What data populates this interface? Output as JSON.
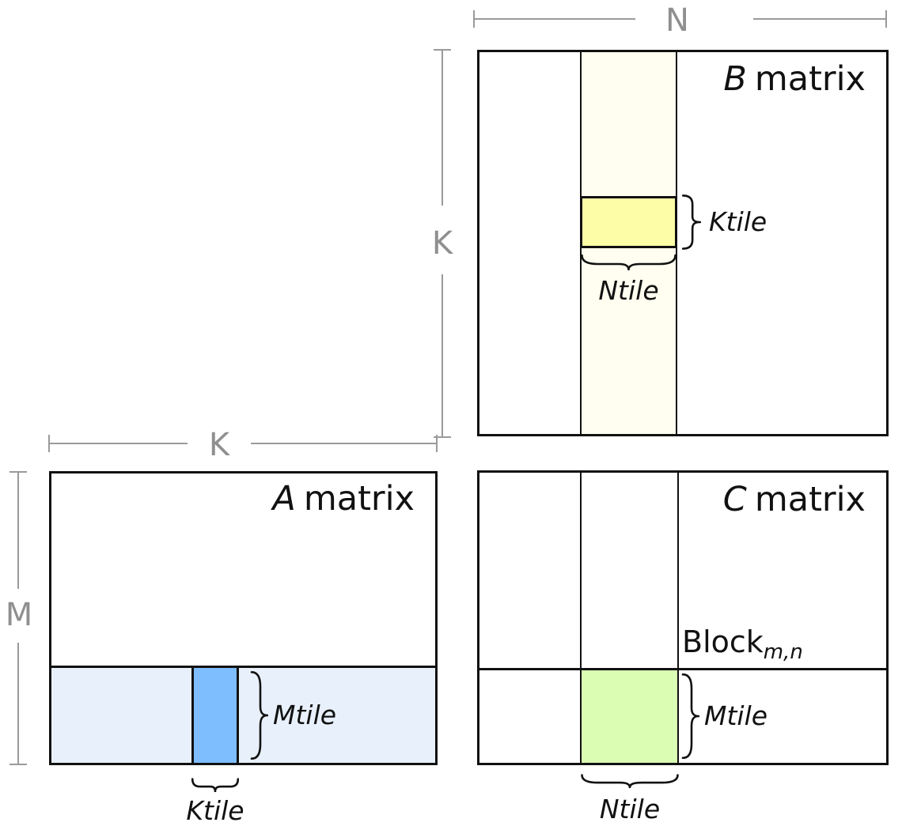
{
  "dimensions": {
    "n_label": "N",
    "k_b_label": "K",
    "k_a_label": "K",
    "m_label": "M"
  },
  "matrices": {
    "b": {
      "title_letter": "B",
      "title_word": "matrix",
      "ktile_label": "Ktile",
      "ntile_label": "Ntile"
    },
    "a": {
      "title_letter": "A",
      "title_word": "matrix",
      "mtile_label": "Mtile",
      "ktile_label": "Ktile"
    },
    "c": {
      "title_letter": "C",
      "title_word": "matrix",
      "block_base": "Block",
      "block_sub": "m,n",
      "mtile_label": "Mtile",
      "ntile_label": "Ntile"
    }
  },
  "colors": {
    "b_strip": "#FFFEF0",
    "b_ktile": "#FDFDA8",
    "a_strip": "#E8F1FB",
    "a_ktile": "#7EBEFF",
    "c_block": "#DAFCB3",
    "line_black": "#111111",
    "dimension_gray": "#9a9a9a"
  }
}
